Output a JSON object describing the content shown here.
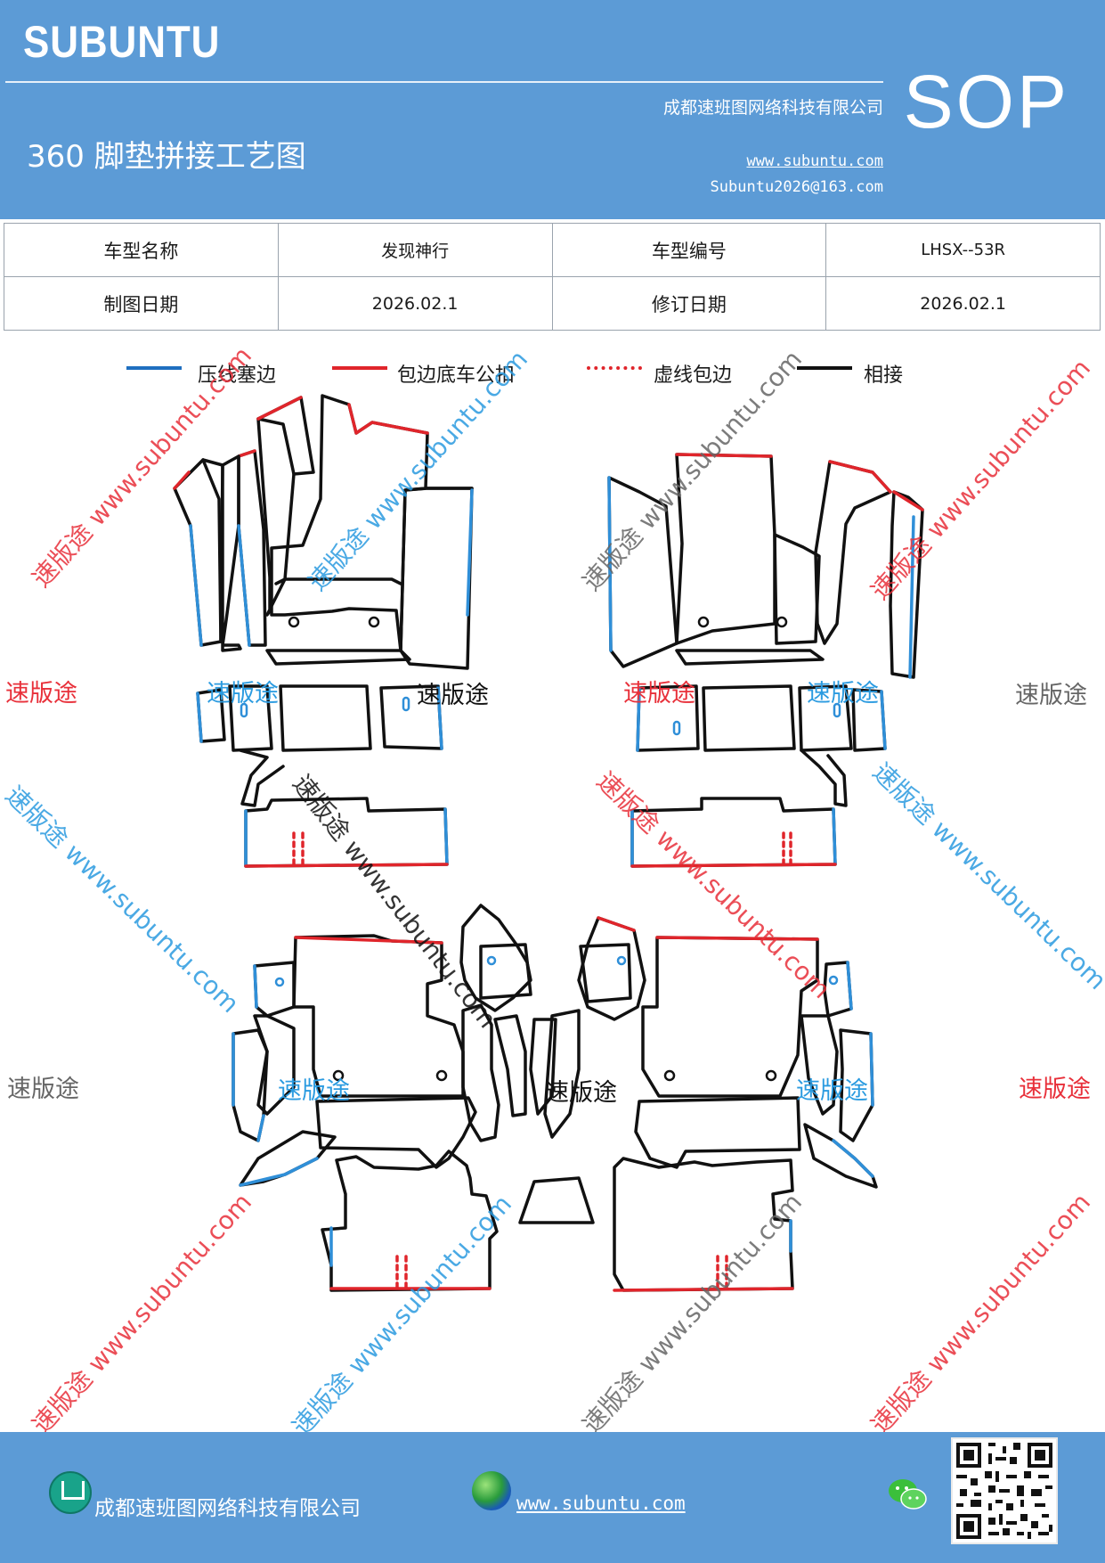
{
  "header": {
    "brand": "SUBUNTU",
    "company": "成都速班图网络科技有限公司",
    "title": "360 脚垫拼接工艺图",
    "website": "www.subuntu.com",
    "email": "Subuntu2026@163.com",
    "doc_type": "SOP"
  },
  "info_table": {
    "rows": [
      [
        "车型名称",
        "发现神行",
        "车型编号",
        "LHSX--53R"
      ],
      [
        "制图日期",
        "2026.02.1",
        "修订日期",
        "2026.02.1"
      ]
    ]
  },
  "legend": [
    {
      "label": "压线塞边",
      "color": "#1f6fc0",
      "style": "solid"
    },
    {
      "label": "包边底车公扣",
      "color": "#e0252b",
      "style": "solid"
    },
    {
      "label": "虚线包边",
      "color": "#e0252b",
      "style": "dotted"
    },
    {
      "label": "相接",
      "color": "#111111",
      "style": "solid"
    }
  ],
  "watermarks": {
    "diag": "速版途 www.subuntu.com",
    "short": "速版途"
  },
  "colors": {
    "header_bg": "#5c9bd6",
    "blue_edge": "#2f8fd8",
    "red_edge": "#e0252b",
    "black_edge": "#111111",
    "wm_red": "#e8303a",
    "wm_blue": "#2b9be0",
    "wm_gray": "#666666"
  },
  "footer": {
    "company": "成都速班图网络科技有限公司",
    "website": "www.subuntu.com",
    "home_icon": "home-badge-icon",
    "globe_icon": "globe-icon",
    "chat_icon": "wechat-icon",
    "qr": "qr-code"
  }
}
